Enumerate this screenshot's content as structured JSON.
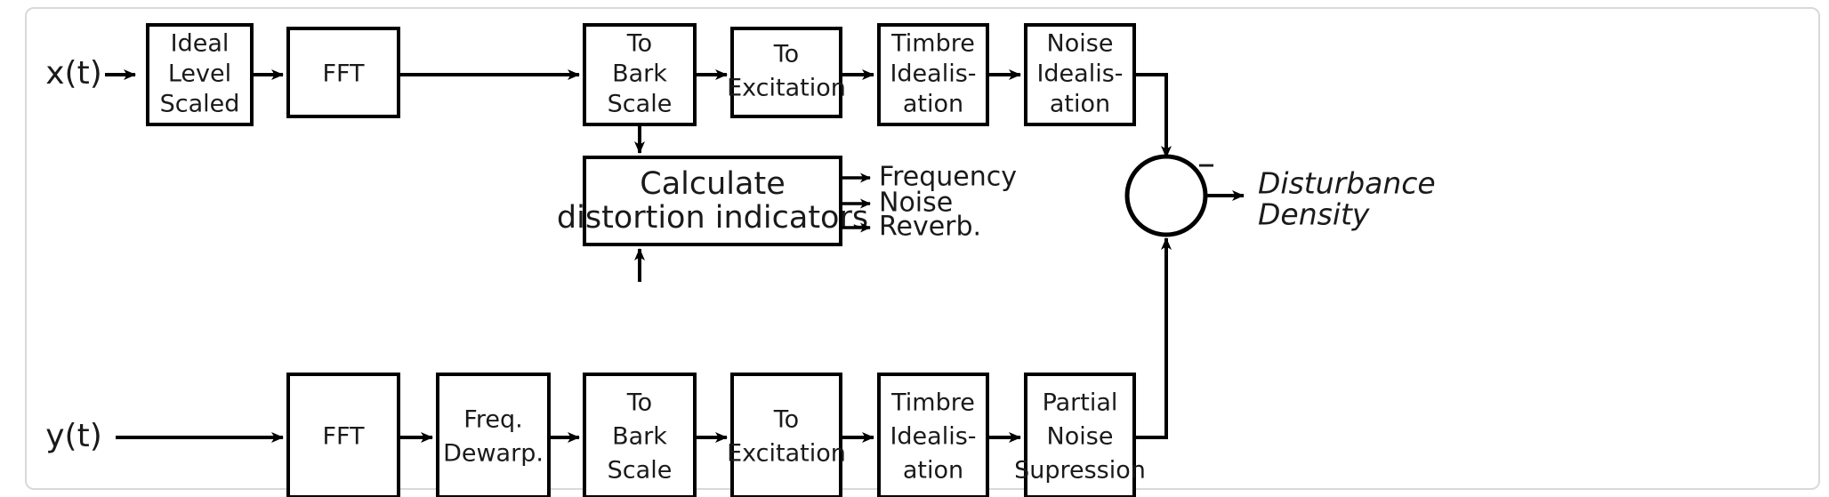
{
  "diagram": {
    "title": "Perceptual audio quality model signal flow",
    "colors": {
      "line": "#000000",
      "box_fill": "#ffffff",
      "frame": "#d9d9d9",
      "background": "#ffffff"
    },
    "inputs": [
      {
        "id": "x",
        "label": "x(t)"
      },
      {
        "id": "y",
        "label": "y(t)"
      }
    ],
    "top_chain": [
      {
        "id": "ideal-level-scaled",
        "lines": [
          "Ideal",
          "Level",
          "Scaled"
        ]
      },
      {
        "id": "fft-top",
        "lines": [
          "FFT"
        ]
      },
      {
        "id": "to-bark-scale-top",
        "lines": [
          "To",
          "Bark",
          "Scale"
        ]
      },
      {
        "id": "to-excitation-top",
        "lines": [
          "To",
          "Excitation"
        ]
      },
      {
        "id": "timbre-idealisation-top",
        "lines": [
          "Timbre",
          "Idealis-",
          "ation"
        ]
      },
      {
        "id": "noise-idealisation",
        "lines": [
          "Noise",
          "Idealis-",
          "ation"
        ]
      }
    ],
    "bottom_chain": [
      {
        "id": "fft-bottom",
        "lines": [
          "FFT"
        ]
      },
      {
        "id": "freq-dewarp",
        "lines": [
          "Freq.",
          "Dewarp."
        ]
      },
      {
        "id": "to-bark-scale-bottom",
        "lines": [
          "To",
          "Bark",
          "Scale"
        ]
      },
      {
        "id": "to-excitation-bottom",
        "lines": [
          "To",
          "Excitation"
        ]
      },
      {
        "id": "timbre-idealisation-bottom",
        "lines": [
          "Timbre",
          "Idealis-",
          "ation"
        ]
      },
      {
        "id": "partial-noise-supression",
        "lines": [
          "Partial",
          "Noise",
          "Supression"
        ]
      }
    ],
    "center_block": {
      "id": "calculate-distortion-indicators",
      "lines": [
        "Calculate",
        "distortion indicators"
      ]
    },
    "distortion_outputs": [
      {
        "id": "frequency",
        "label": "Frequency"
      },
      {
        "id": "noise",
        "label": "Noise"
      },
      {
        "id": "reverb",
        "label": "Reverb."
      }
    ],
    "summing_junction": {
      "id": "summing-junction",
      "sign": "–"
    },
    "final_output": {
      "id": "disturbance-density",
      "lines": [
        "Disturbance",
        "Density"
      ]
    }
  }
}
